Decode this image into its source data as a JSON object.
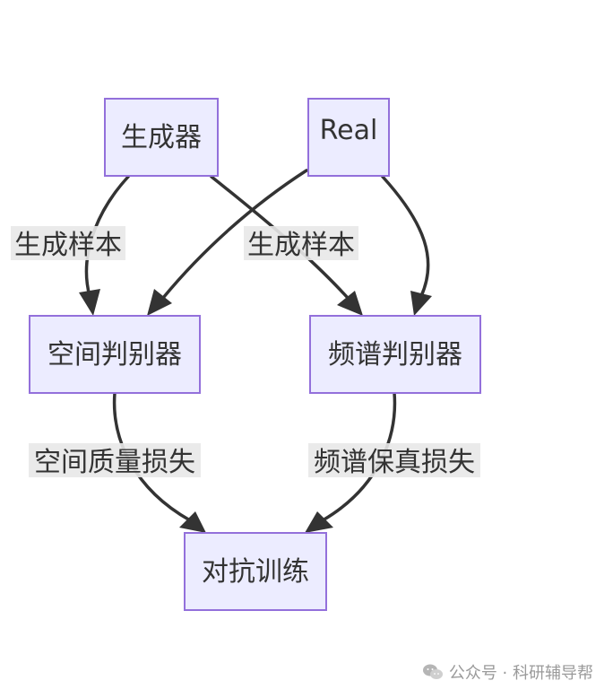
{
  "nodes": {
    "generator": "生成器",
    "real": "Real",
    "spatial_discriminator": "空间判别器",
    "spectral_discriminator": "频谱判别器",
    "adversarial_training": "对抗训练"
  },
  "edges": {
    "generator_to_spatial": "生成样本",
    "generator_to_spectral": "生成样本",
    "real_to_spatial": "",
    "real_to_spectral": "",
    "spatial_to_training": "空间质量损失",
    "spectral_to_training": "频谱保真损失"
  },
  "watermark": {
    "icon": "wechat-icon",
    "text": "公众号 · 科研辅导帮"
  },
  "colors": {
    "node_fill": "#ECECFF",
    "node_stroke": "#9370DB",
    "edge": "#333333",
    "edge_label_bg": "#e8e8e8",
    "text": "#333333"
  }
}
